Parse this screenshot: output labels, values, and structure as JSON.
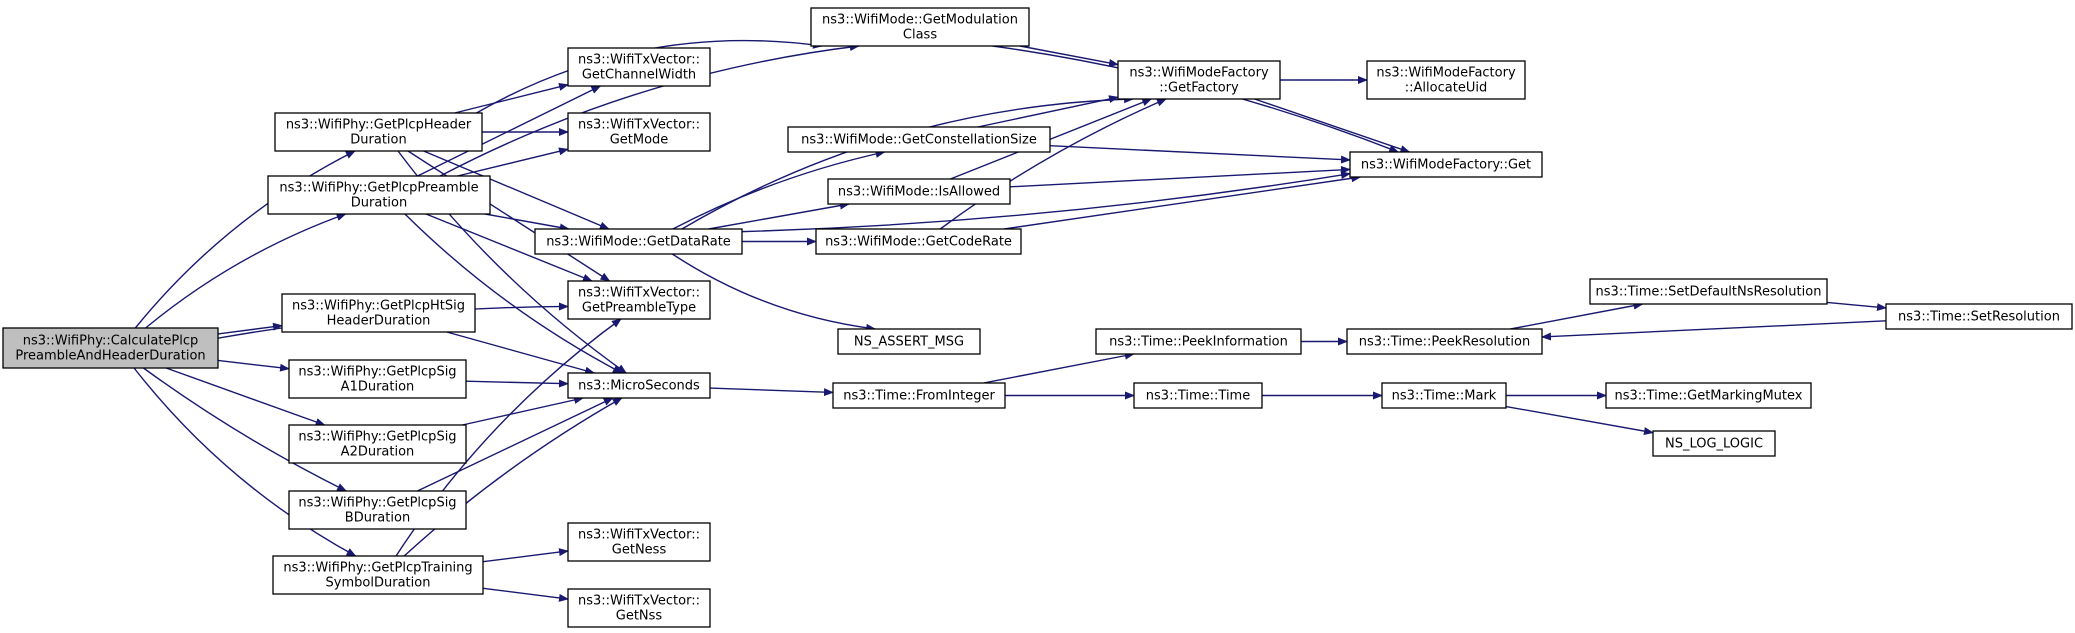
{
  "graph": {
    "nodes": [
      {
        "id": "root",
        "lines": [
          "ns3::WifiPhy::CalculatePlcp",
          "PreambleAndHeaderDuration"
        ],
        "root": true
      },
      {
        "id": "hdr",
        "lines": [
          "ns3::WifiPhy::GetPlcpHeader",
          "Duration"
        ]
      },
      {
        "id": "pre",
        "lines": [
          "ns3::WifiPhy::GetPlcpPreamble",
          "Duration"
        ]
      },
      {
        "id": "htsig",
        "lines": [
          "ns3::WifiPhy::GetPlcpHtSig",
          "HeaderDuration"
        ]
      },
      {
        "id": "siga1",
        "lines": [
          "ns3::WifiPhy::GetPlcpSig",
          "A1Duration"
        ]
      },
      {
        "id": "siga2",
        "lines": [
          "ns3::WifiPhy::GetPlcpSig",
          "A2Duration"
        ]
      },
      {
        "id": "sigb",
        "lines": [
          "ns3::WifiPhy::GetPlcpSig",
          "BDuration"
        ]
      },
      {
        "id": "train",
        "lines": [
          "ns3::WifiPhy::GetPlcpTraining",
          "SymbolDuration"
        ]
      },
      {
        "id": "chw",
        "lines": [
          "ns3::WifiTxVector::",
          "GetChannelWidth"
        ]
      },
      {
        "id": "getmode",
        "lines": [
          "ns3::WifiTxVector::",
          "GetMode"
        ]
      },
      {
        "id": "datarate",
        "lines": [
          "ns3::WifiMode::GetDataRate"
        ]
      },
      {
        "id": "pretype",
        "lines": [
          "ns3::WifiTxVector::",
          "GetPreambleType"
        ]
      },
      {
        "id": "micro",
        "lines": [
          "ns3::MicroSeconds"
        ]
      },
      {
        "id": "ness",
        "lines": [
          "ns3::WifiTxVector::",
          "GetNess"
        ]
      },
      {
        "id": "nss",
        "lines": [
          "ns3::WifiTxVector::",
          "GetNss"
        ]
      },
      {
        "id": "modclass",
        "lines": [
          "ns3::WifiMode::GetModulation",
          "Class"
        ]
      },
      {
        "id": "constel",
        "lines": [
          "ns3::WifiMode::GetConstellationSize"
        ]
      },
      {
        "id": "isallowed",
        "lines": [
          "ns3::WifiMode::IsAllowed"
        ]
      },
      {
        "id": "coderate",
        "lines": [
          "ns3::WifiMode::GetCodeRate"
        ]
      },
      {
        "id": "assert",
        "lines": [
          "NS_ASSERT_MSG"
        ]
      },
      {
        "id": "frominteger",
        "lines": [
          "ns3::Time::FromInteger"
        ]
      },
      {
        "id": "factory",
        "lines": [
          "ns3::WifiModeFactory",
          "::GetFactory"
        ]
      },
      {
        "id": "alloc",
        "lines": [
          "ns3::WifiModeFactory",
          "::AllocateUid"
        ]
      },
      {
        "id": "get",
        "lines": [
          "ns3::WifiModeFactory::Get"
        ]
      },
      {
        "id": "peekinfo",
        "lines": [
          "ns3::Time::PeekInformation"
        ]
      },
      {
        "id": "time",
        "lines": [
          "ns3::Time::Time"
        ]
      },
      {
        "id": "peekres",
        "lines": [
          "ns3::Time::PeekResolution"
        ]
      },
      {
        "id": "mark",
        "lines": [
          "ns3::Time::Mark"
        ]
      },
      {
        "id": "setdefault",
        "lines": [
          "ns3::Time::SetDefaultNsResolution"
        ]
      },
      {
        "id": "setres",
        "lines": [
          "ns3::Time::SetResolution"
        ]
      },
      {
        "id": "mutex",
        "lines": [
          "ns3::Time::GetMarkingMutex"
        ]
      },
      {
        "id": "loglogic",
        "lines": [
          "NS_LOG_LOGIC"
        ]
      }
    ],
    "edges": [
      [
        "root",
        "hdr"
      ],
      [
        "root",
        "pre"
      ],
      [
        "root",
        "pretype"
      ],
      [
        "root",
        "htsig"
      ],
      [
        "root",
        "siga1"
      ],
      [
        "root",
        "siga2"
      ],
      [
        "root",
        "sigb"
      ],
      [
        "root",
        "train"
      ],
      [
        "hdr",
        "modclass"
      ],
      [
        "hdr",
        "chw"
      ],
      [
        "hdr",
        "getmode"
      ],
      [
        "hdr",
        "datarate"
      ],
      [
        "hdr",
        "pretype"
      ],
      [
        "hdr",
        "micro"
      ],
      [
        "pre",
        "modclass"
      ],
      [
        "pre",
        "chw"
      ],
      [
        "pre",
        "getmode"
      ],
      [
        "pre",
        "datarate"
      ],
      [
        "pre",
        "pretype"
      ],
      [
        "pre",
        "micro"
      ],
      [
        "htsig",
        "micro"
      ],
      [
        "siga1",
        "micro"
      ],
      [
        "siga2",
        "micro"
      ],
      [
        "sigb",
        "micro"
      ],
      [
        "train",
        "pretype"
      ],
      [
        "train",
        "micro"
      ],
      [
        "train",
        "ness"
      ],
      [
        "train",
        "nss"
      ],
      [
        "datarate",
        "factory"
      ],
      [
        "datarate",
        "constel"
      ],
      [
        "datarate",
        "isallowed"
      ],
      [
        "datarate",
        "coderate"
      ],
      [
        "datarate",
        "assert"
      ],
      [
        "datarate",
        "get"
      ],
      [
        "modclass",
        "factory"
      ],
      [
        "modclass",
        "get"
      ],
      [
        "constel",
        "factory"
      ],
      [
        "constel",
        "get"
      ],
      [
        "isallowed",
        "factory"
      ],
      [
        "isallowed",
        "get"
      ],
      [
        "coderate",
        "factory"
      ],
      [
        "coderate",
        "get"
      ],
      [
        "factory",
        "alloc"
      ],
      [
        "factory",
        "get"
      ],
      [
        "micro",
        "frominteger"
      ],
      [
        "frominteger",
        "peekinfo"
      ],
      [
        "frominteger",
        "time"
      ],
      [
        "peekinfo",
        "peekres"
      ],
      [
        "peekres",
        "setdefault"
      ],
      [
        "setdefault",
        "setres"
      ],
      [
        "setres",
        "peekres"
      ],
      [
        "time",
        "mark"
      ],
      [
        "mark",
        "mutex"
      ],
      [
        "mark",
        "loglogic"
      ]
    ]
  }
}
